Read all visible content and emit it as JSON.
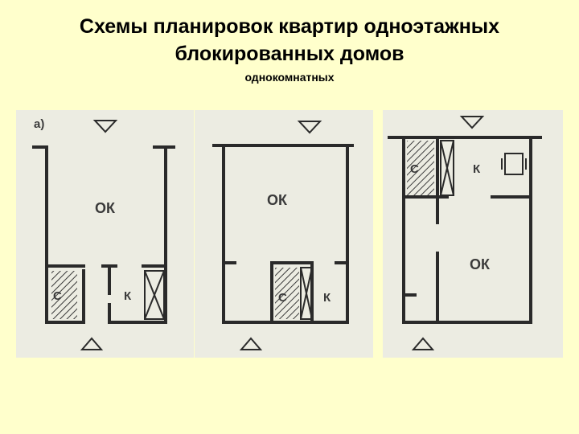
{
  "header": {
    "title_line1": "Схемы планировок квартир одноэтажных",
    "title_line2": "блокированных домов",
    "subtitle": "однокомнатных"
  },
  "plans": [
    {
      "marker": "а)",
      "labels": {
        "living": "ОК",
        "bath": "С",
        "kitchen": "К"
      }
    },
    {
      "marker": "",
      "labels": {
        "living": "ОК",
        "bath": "С",
        "kitchen": "К"
      }
    },
    {
      "marker": "",
      "labels": {
        "living": "ОК",
        "bath": "С",
        "kitchen": "К"
      }
    }
  ],
  "colors": {
    "background": "#FFFFCC",
    "panel": "#ECECE2",
    "ink": "#2A2A2A"
  }
}
